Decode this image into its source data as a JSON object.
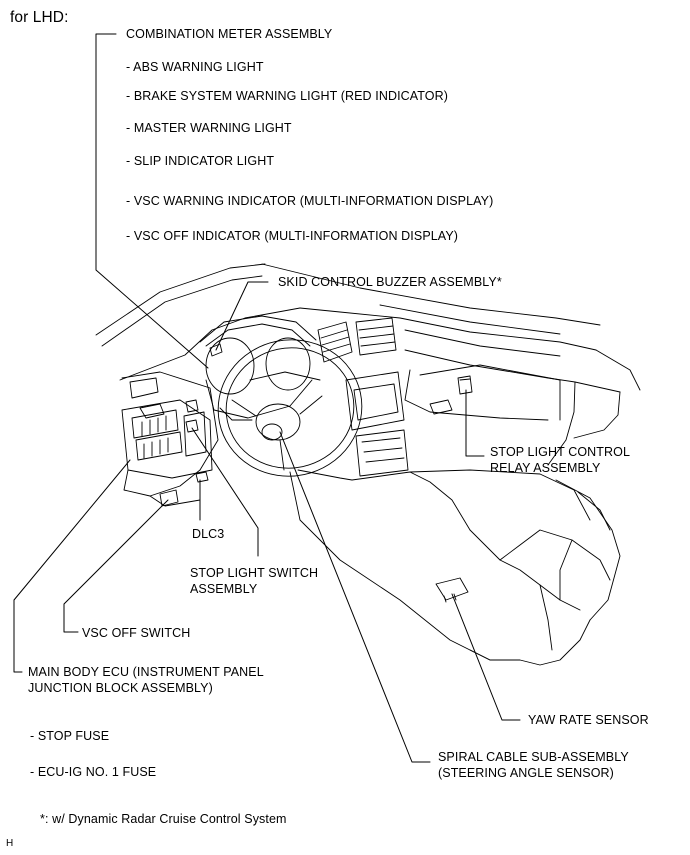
{
  "variant": "for LHD:",
  "combination_meter": {
    "title": "COMBINATION METER ASSEMBLY",
    "items": [
      "- ABS WARNING LIGHT",
      "- BRAKE SYSTEM WARNING LIGHT (RED INDICATOR)",
      "- MASTER WARNING LIGHT",
      "- SLIP INDICATOR LIGHT",
      "- VSC WARNING INDICATOR (MULTI-INFORMATION DISPLAY)",
      "- VSC OFF INDICATOR (MULTI-INFORMATION DISPLAY)"
    ]
  },
  "labels": {
    "skid_buzzer": "SKID CONTROL BUZZER ASSEMBLY*",
    "stop_light_relay_1": "STOP LIGHT CONTROL",
    "stop_light_relay_2": "RELAY ASSEMBLY",
    "dlc3": "DLC3",
    "stop_light_switch_1": "STOP LIGHT SWITCH",
    "stop_light_switch_2": "ASSEMBLY",
    "vsc_off_switch": "VSC OFF SWITCH",
    "main_body_ecu_1": "MAIN BODY ECU (INSTRUMENT PANEL",
    "main_body_ecu_2": "JUNCTION BLOCK ASSEMBLY)",
    "yaw_rate_sensor": "YAW RATE SENSOR",
    "spiral_cable_1": "SPIRAL CABLE SUB-ASSEMBLY",
    "spiral_cable_2": "(STEERING ANGLE SENSOR)"
  },
  "fuses": [
    "- STOP FUSE",
    "- ECU-IG NO. 1 FUSE"
  ],
  "footnote": "*: w/ Dynamic Radar Cruise Control System",
  "corner_mark": "H"
}
